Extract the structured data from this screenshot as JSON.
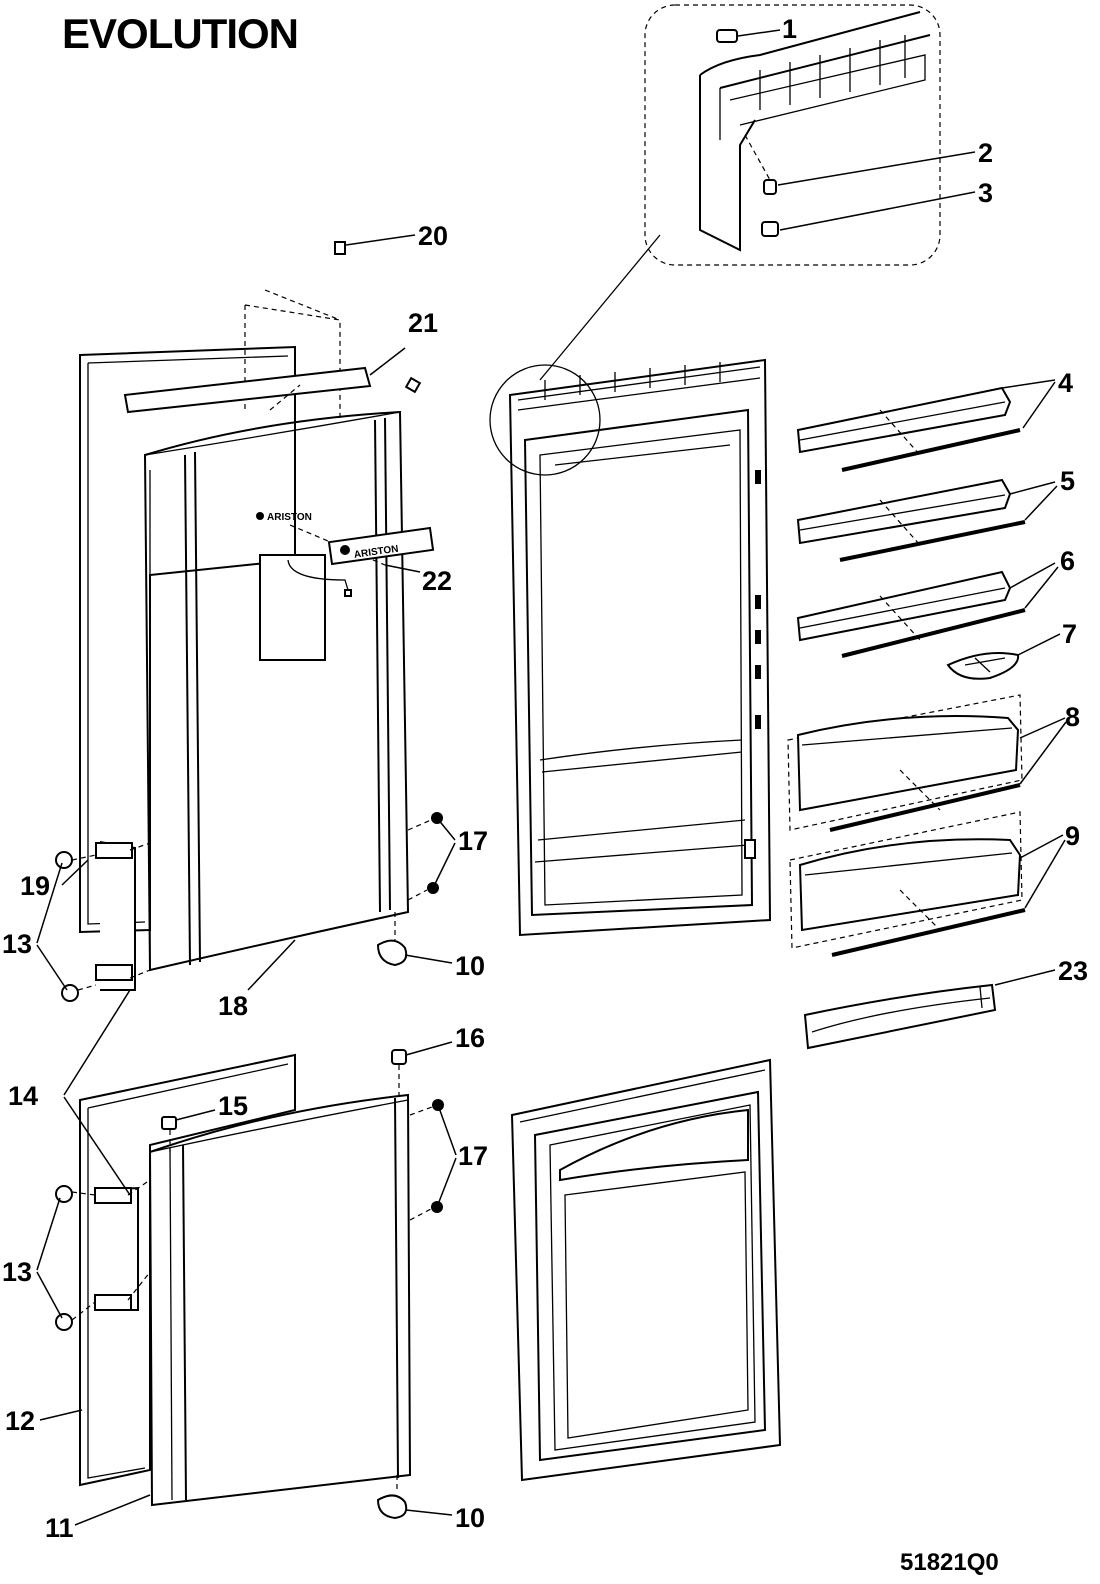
{
  "title": "EVOLUTION",
  "drawing_code": "51821Q0",
  "brand_logo_text": "ARISTON",
  "labels": {
    "p1": "1",
    "p2": "2",
    "p3": "3",
    "p4": "4",
    "p5": "5",
    "p6": "6",
    "p7": "7",
    "p8": "8",
    "p9": "9",
    "p10a": "10",
    "p10b": "10",
    "p11": "11",
    "p12": "12",
    "p13a": "13",
    "p13b": "13",
    "p14": "14",
    "p15": "15",
    "p16": "16",
    "p17a": "17",
    "p17b": "17",
    "p18": "18",
    "p19": "19",
    "p20": "20",
    "p21": "21",
    "p22": "22",
    "p23": "23"
  }
}
